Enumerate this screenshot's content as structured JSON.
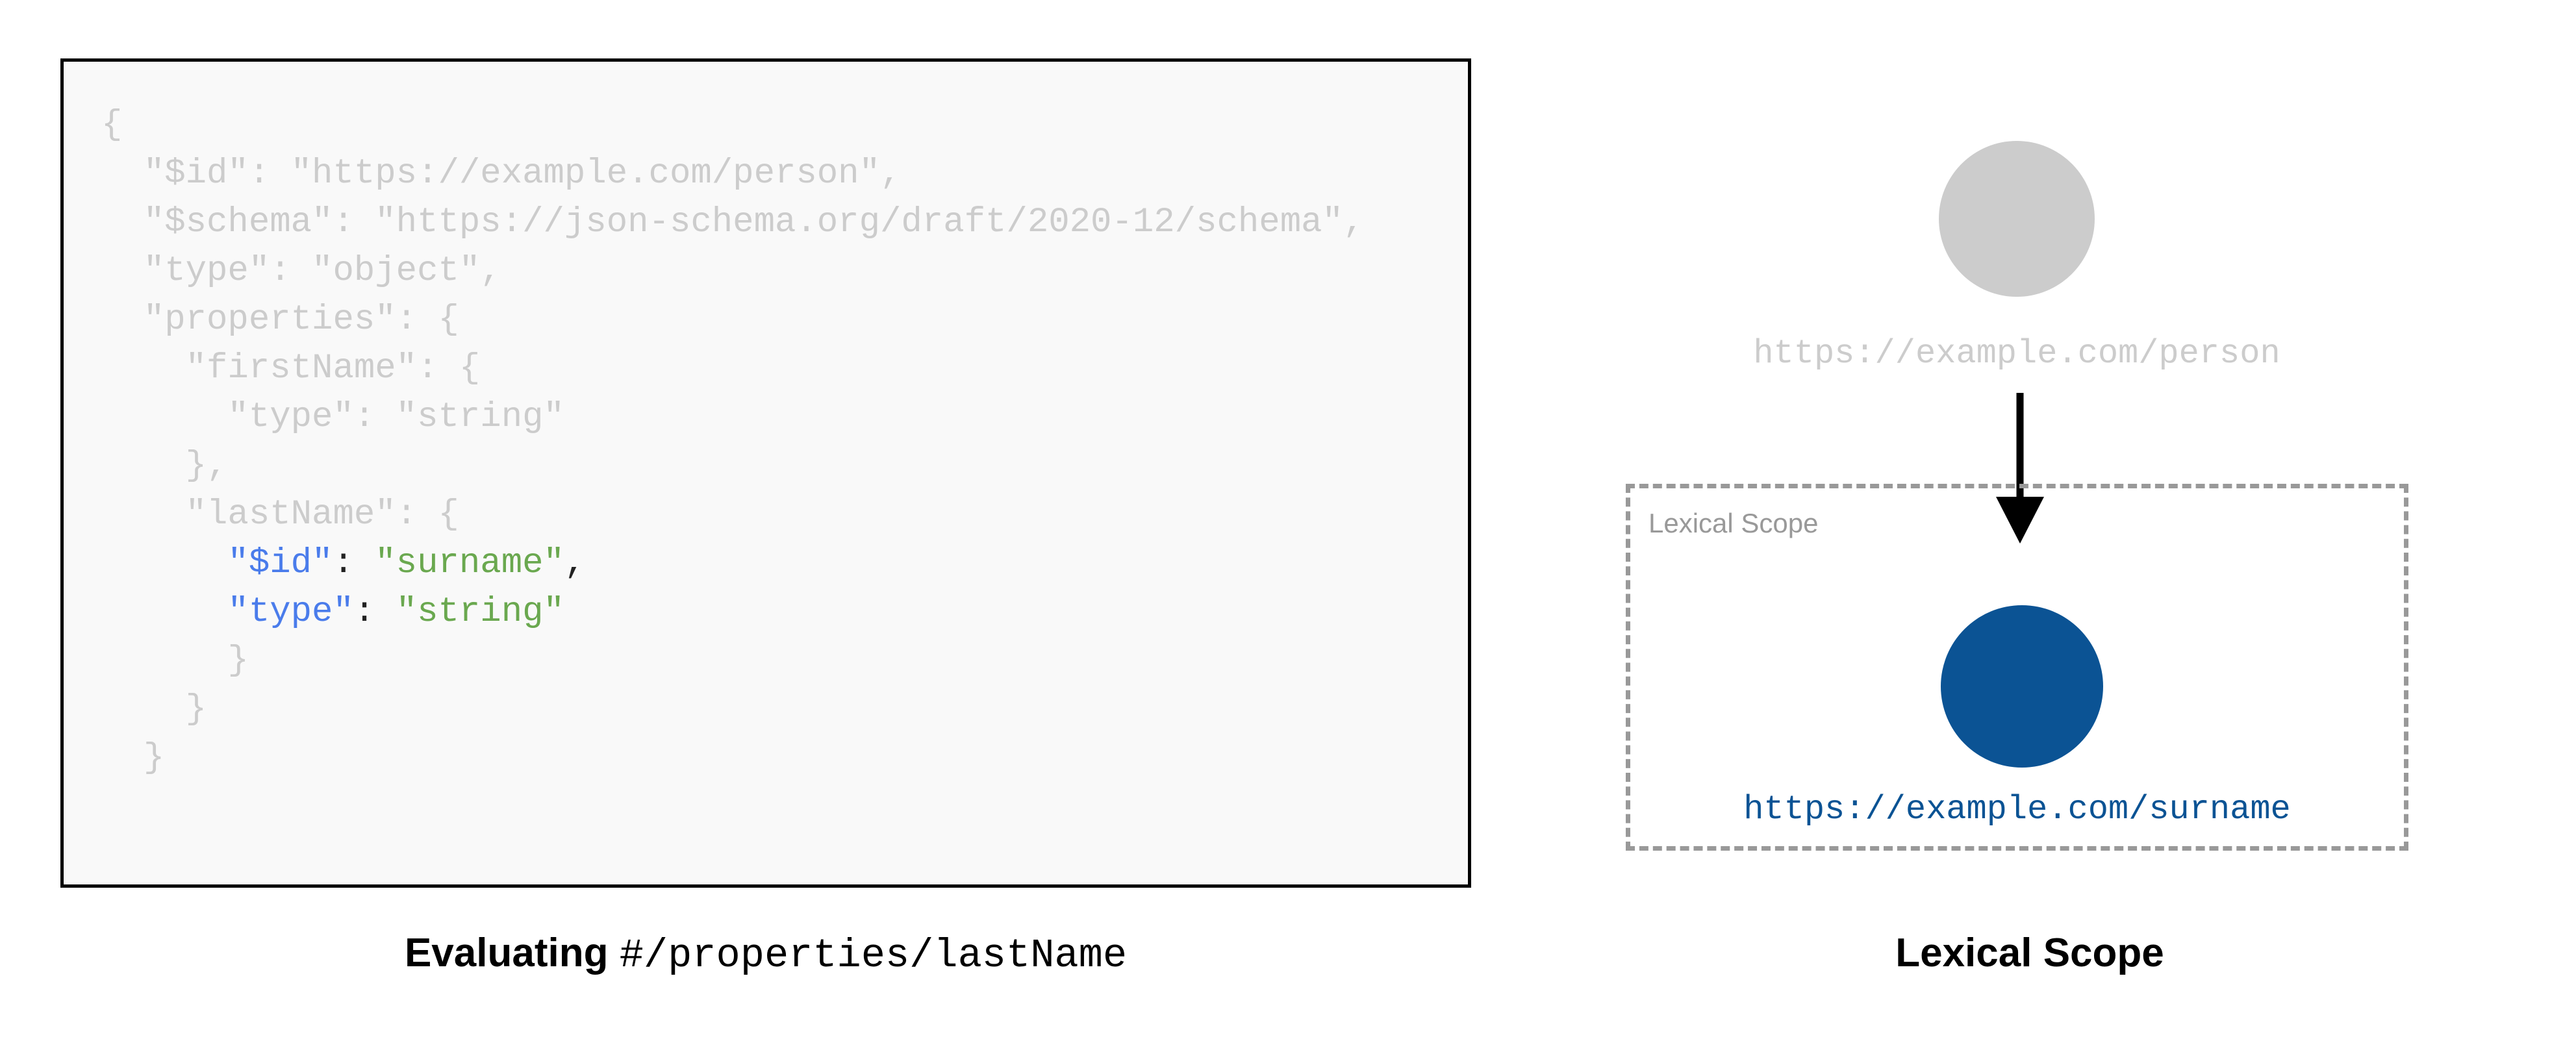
{
  "left_panel": {
    "code_lines": [
      {
        "indent": 0,
        "segments": [
          {
            "text": "{",
            "style": "dim"
          }
        ]
      },
      {
        "indent": 1,
        "segments": [
          {
            "text": "\"$id\": \"https://example.com/person\",",
            "style": "dim"
          }
        ]
      },
      {
        "indent": 1,
        "segments": [
          {
            "text": "\"$schema\": \"https://json-schema.org/draft/2020-12/schema\",",
            "style": "dim"
          }
        ]
      },
      {
        "indent": 1,
        "segments": [
          {
            "text": "\"type\": \"object\",",
            "style": "dim"
          }
        ]
      },
      {
        "indent": 1,
        "segments": [
          {
            "text": "\"properties\": {",
            "style": "dim"
          }
        ]
      },
      {
        "indent": 2,
        "segments": [
          {
            "text": "\"firstName\": {",
            "style": "dim"
          }
        ]
      },
      {
        "indent": 3,
        "segments": [
          {
            "text": "\"type\": \"string\"",
            "style": "dim"
          }
        ]
      },
      {
        "indent": 2,
        "segments": [
          {
            "text": "},",
            "style": "dim"
          }
        ]
      },
      {
        "indent": 2,
        "segments": [
          {
            "text": "\"lastName\": {",
            "style": "dim"
          }
        ]
      },
      {
        "indent": 3,
        "segments": [
          {
            "text": "\"$id\"",
            "style": "key"
          },
          {
            "text": ": ",
            "style": "punc"
          },
          {
            "text": "\"surname\"",
            "style": "str"
          },
          {
            "text": ",",
            "style": "punc"
          }
        ]
      },
      {
        "indent": 3,
        "segments": [
          {
            "text": "\"type\"",
            "style": "key"
          },
          {
            "text": ": ",
            "style": "punc"
          },
          {
            "text": "\"string\"",
            "style": "str"
          }
        ]
      },
      {
        "indent": 3,
        "segments": [
          {
            "text": "}",
            "style": "dim"
          }
        ]
      },
      {
        "indent": 2,
        "segments": [
          {
            "text": "}",
            "style": "dim"
          }
        ]
      },
      {
        "indent": 1,
        "segments": [
          {
            "text": "}",
            "style": "dim"
          }
        ]
      }
    ],
    "caption_bold": "Evaluating",
    "caption_mono": "#/properties/lastName"
  },
  "right_panel": {
    "outer_node": {
      "label": "https://example.com/person",
      "color": "#cccccc"
    },
    "arrow": {
      "color": "#000000"
    },
    "lexical_scope_box": {
      "label": "Lexical Scope",
      "border_color": "#999999"
    },
    "inner_node": {
      "label": "https://example.com/surname",
      "color": "#0b5394"
    },
    "caption": "Lexical Scope"
  },
  "colors": {
    "code_dim": "#cccccc",
    "code_key_blue": "#4a7ceb",
    "code_string_green": "#6aa84f",
    "code_punctuation": "#222222",
    "code_panel_bg": "#f9f9f9",
    "code_panel_border": "#000000",
    "scope_gray": "#999999",
    "accent_blue": "#0b5394",
    "page_bg": "#ffffff"
  }
}
